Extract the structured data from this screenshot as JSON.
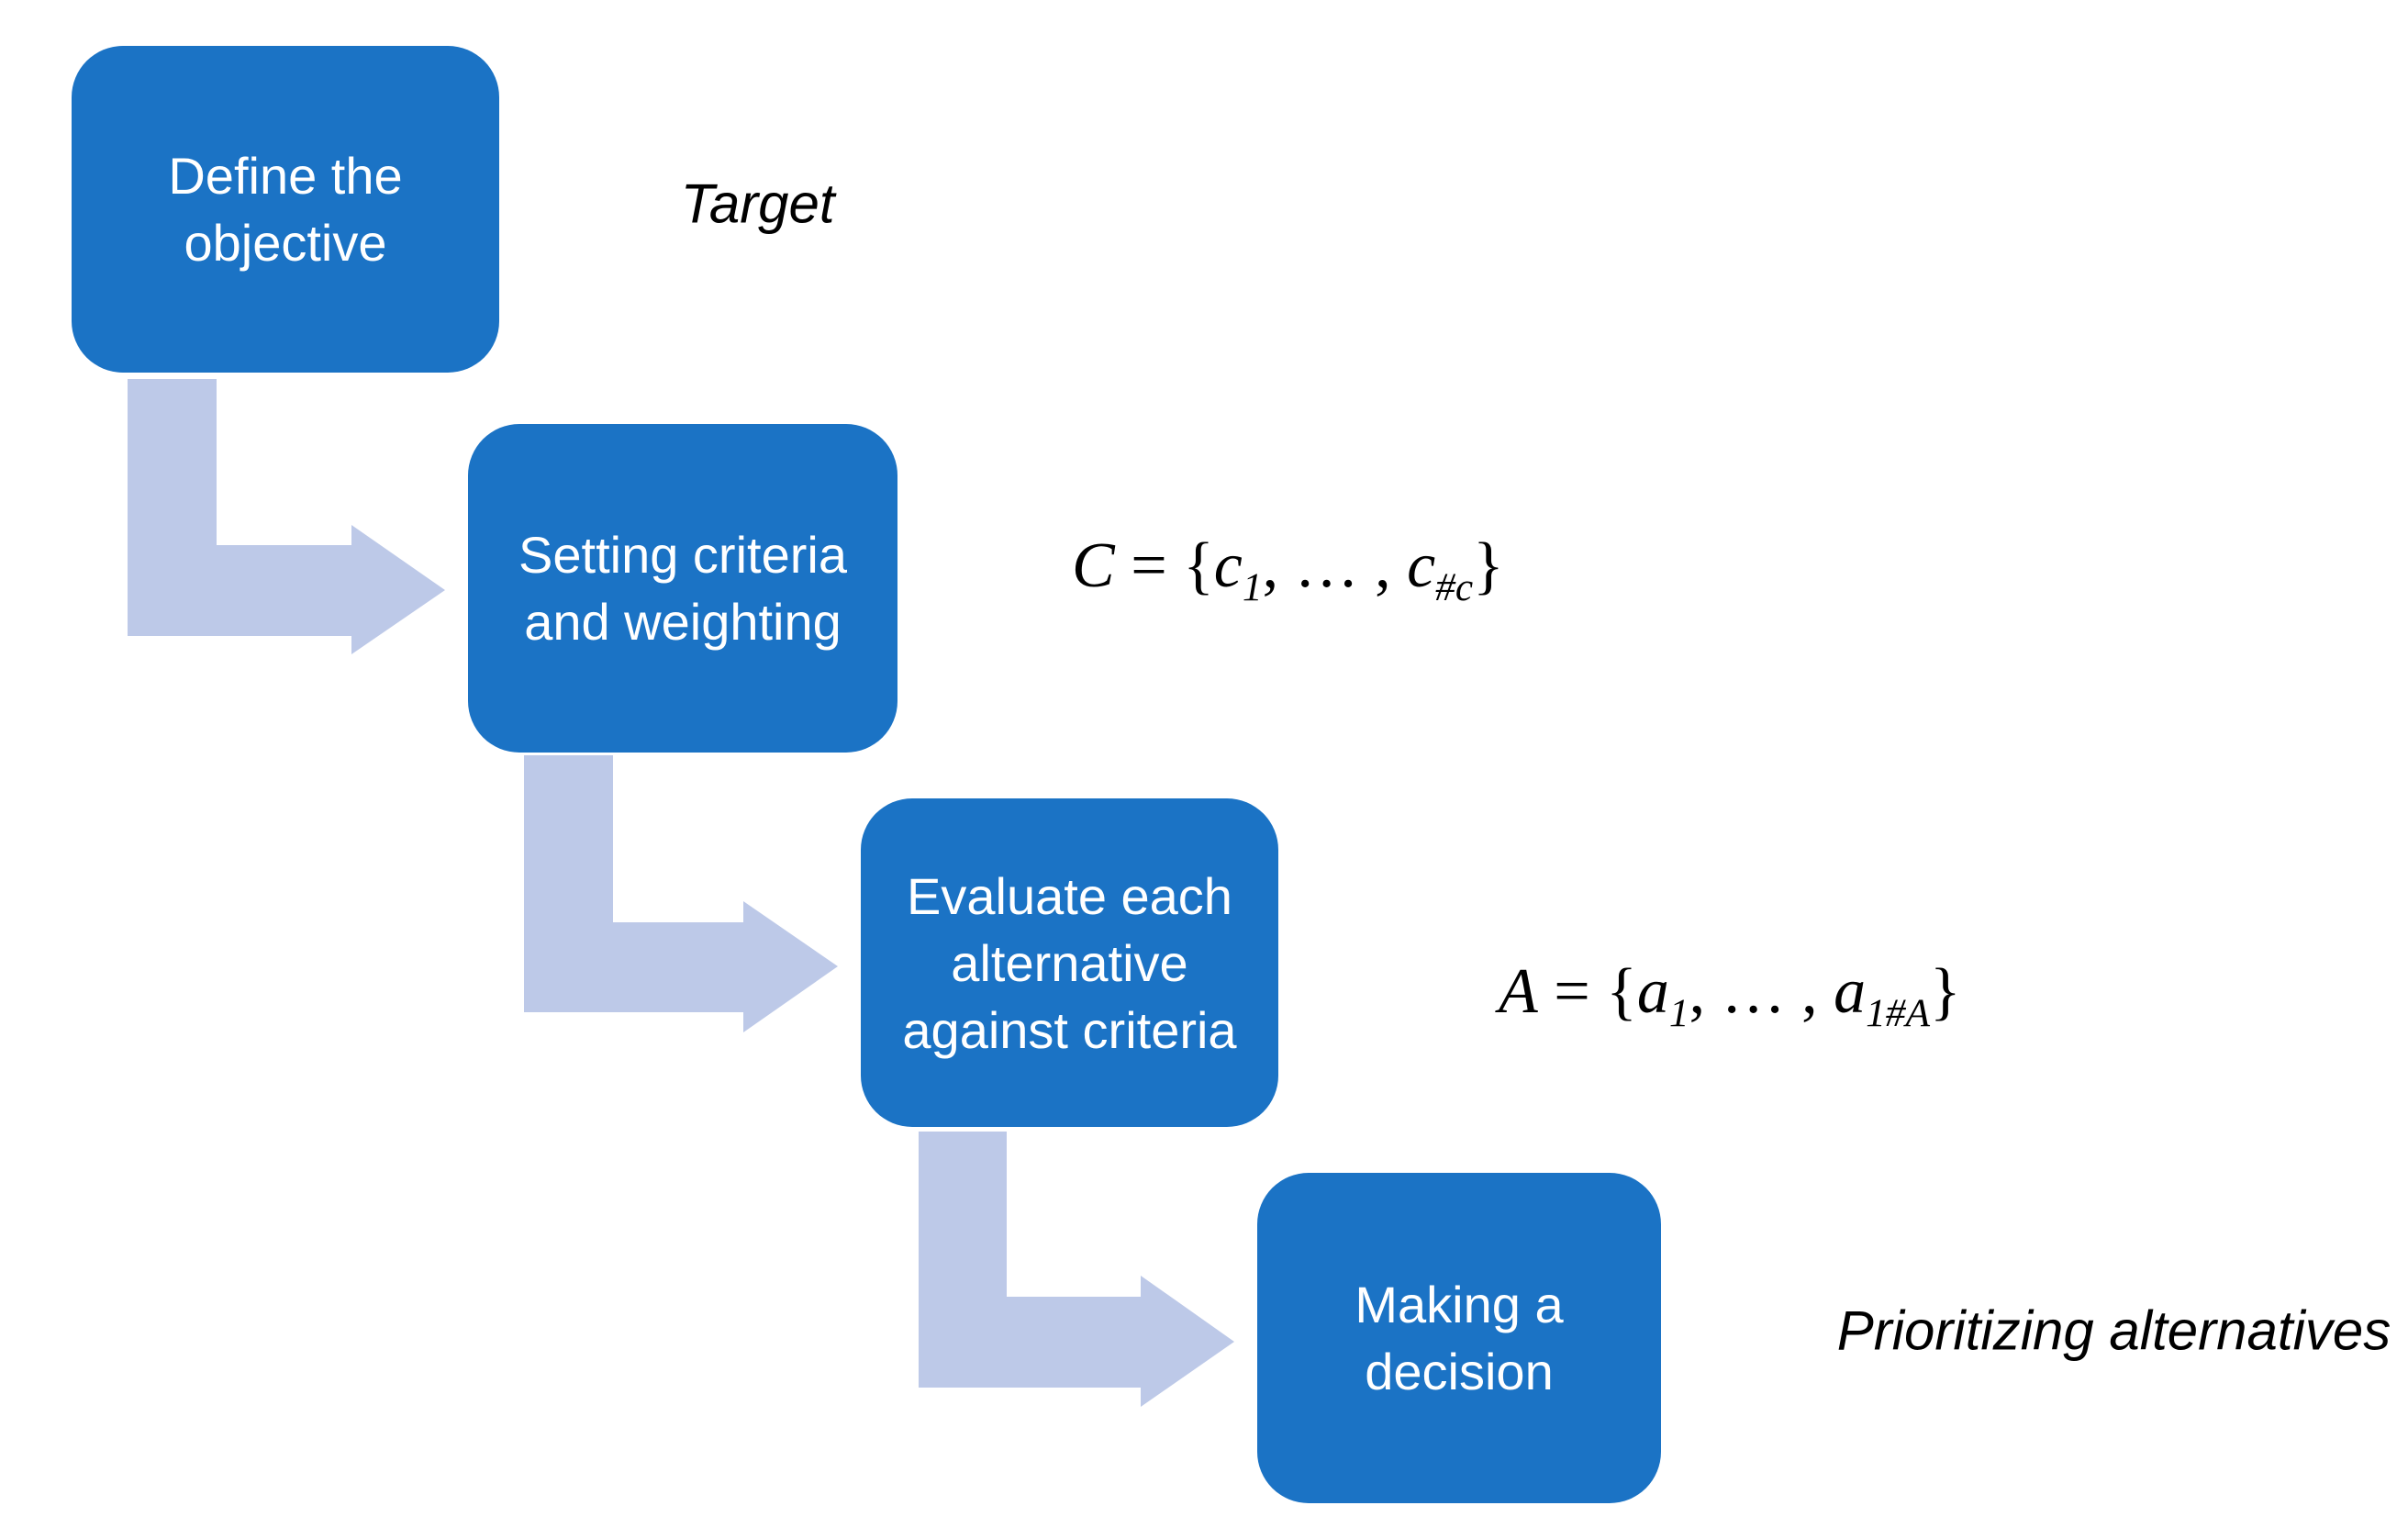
{
  "colors": {
    "box_fill": "#1b73c5",
    "box_text": "#ffffff",
    "arrow_fill": "#bdc9e8",
    "annotation_text": "#000000"
  },
  "steps": [
    {
      "label": "Define the\nobjective"
    },
    {
      "label": "Setting criteria\nand weighting"
    },
    {
      "label": "Evaluate each\nalternative\nagainst criteria"
    },
    {
      "label": "Making a\ndecision"
    }
  ],
  "annotations": {
    "target": {
      "text": "Target"
    },
    "criteria_formula": {
      "var": "C",
      "eq": " = ",
      "open": "{",
      "elem1": "c",
      "sub1": "1",
      "dots": ", … , ",
      "elem2": "c",
      "sub2": "#c",
      "close": "}"
    },
    "alternatives_formula": {
      "var": "A",
      "eq": " = ",
      "open": "{",
      "elem1": "a",
      "sub1": "1",
      "dots": ", … , ",
      "elem2": "a",
      "sub2": "1#A",
      "close": "}"
    },
    "prioritizing": {
      "text": "Prioritizing alternatives"
    }
  }
}
